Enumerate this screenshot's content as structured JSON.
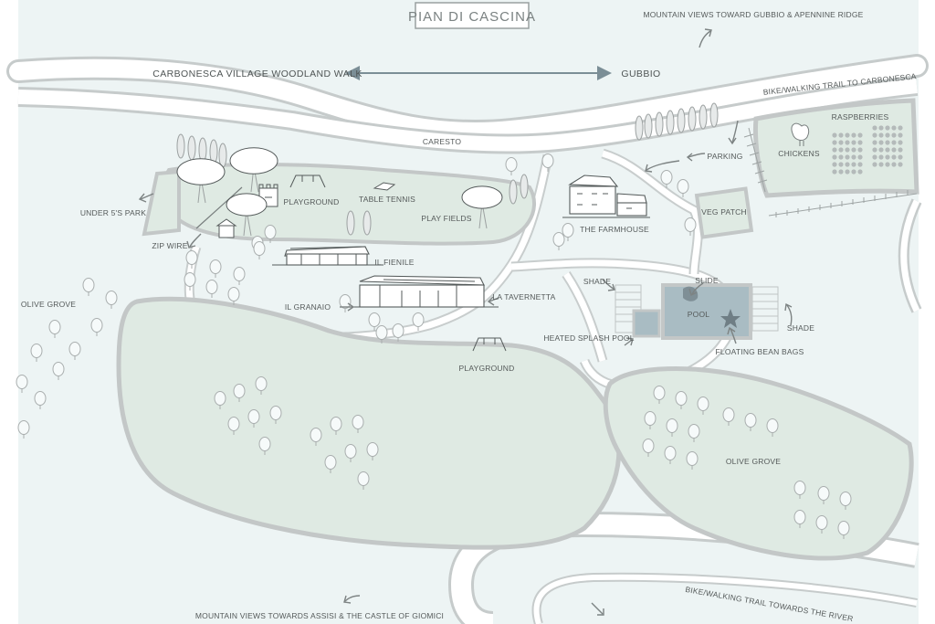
{
  "title": "PIAN DI CASCINA",
  "labels": {
    "mountain_gubbio": "MOUNTAIN VIEWS TOWARD GUBBIO & APENNINE RIDGE",
    "woodland_walk": "CARBONESCA VILLAGE WOODLAND WALK",
    "gubbio": "GUBBIO",
    "bike_trail_carbonesca": "BIKE/WALKING TRAIL TO CARBONESCA",
    "caresto": "CARESTO",
    "raspberries": "RASPBERRIES",
    "chickens": "CHICKENS",
    "parking": "PARKING",
    "veg_patch": "VEG PATCH",
    "farmhouse": "THE FARMHOUSE",
    "under5_park": "UNDER 5'S PARK",
    "playground_top": "PLAYGROUND",
    "table_tennis": "TABLE TENNIS",
    "play_fields": "PLAY FIELDS",
    "zip_wire": "ZIP WIRE",
    "il_fienile": "IL FIENILE",
    "il_granaio": "IL GRANAIO",
    "la_tavernetta": "LA TAVERNETTA",
    "olive_grove_left": "OLIVE GROVE",
    "shade_left": "SHADE",
    "slide": "SLIDE",
    "pool": "POOL",
    "shade_right": "SHADE",
    "heated_splash_pool": "HEATED SPLASH POOL",
    "floating_bean_bags": "FLOATING BEAN BAGS",
    "playground_bottom": "PLAYGROUND",
    "olive_grove_right": "OLIVE GROVE",
    "mountain_assisi": "MOUNTAIN VIEWS TOWARDS ASSISI & THE CASTLE OF GIOMICI",
    "bike_trail_river": "BIKE/WALKING TRAIL TOWARDS THE RIVER"
  },
  "colors": {
    "background": "#edf4f4",
    "field": "#dfeae3",
    "field_border": "#c3c7c7",
    "path": "#ffffff",
    "water": "#a9bcc3",
    "ink": "#555b5b"
  },
  "icons": [
    "chicken-icon",
    "pool-slide-icon",
    "starfish-float-icon",
    "swing-icon",
    "castle-icon",
    "ping-pong-table-icon"
  ]
}
